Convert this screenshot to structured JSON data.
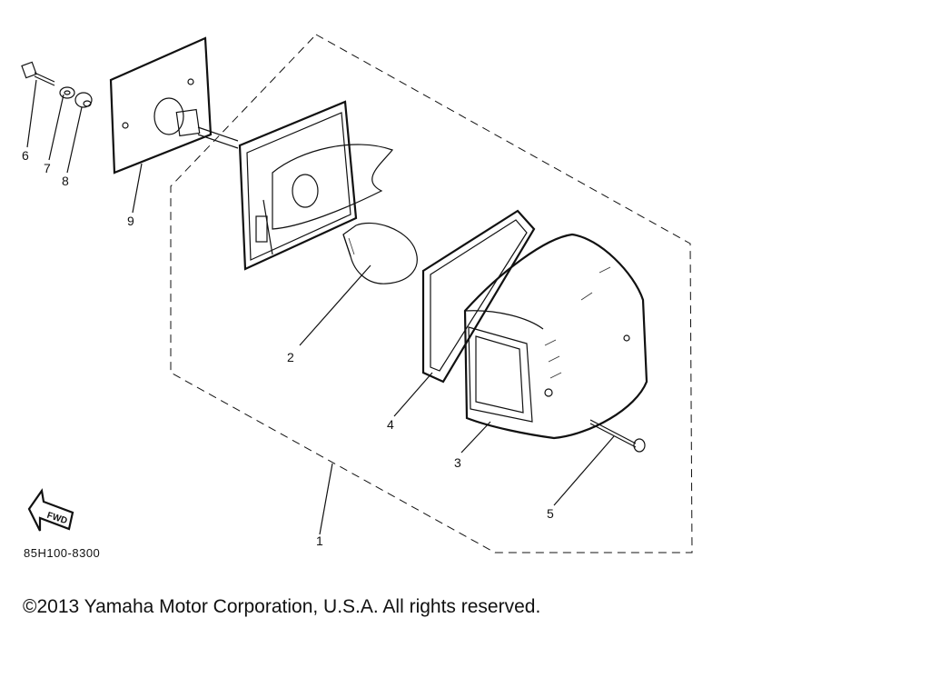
{
  "diagram": {
    "code": "85H100-8300",
    "fwd_label": "FWD",
    "callouts": [
      {
        "id": "1",
        "label": "1"
      },
      {
        "id": "2",
        "label": "2"
      },
      {
        "id": "3",
        "label": "3"
      },
      {
        "id": "4",
        "label": "4"
      },
      {
        "id": "5",
        "label": "5"
      },
      {
        "id": "6",
        "label": "6"
      },
      {
        "id": "7",
        "label": "7"
      },
      {
        "id": "8",
        "label": "8"
      },
      {
        "id": "9",
        "label": "9"
      }
    ]
  },
  "footer": {
    "copyright": "©2013 Yamaha Motor Corporation, U.S.A. All rights reserved."
  }
}
